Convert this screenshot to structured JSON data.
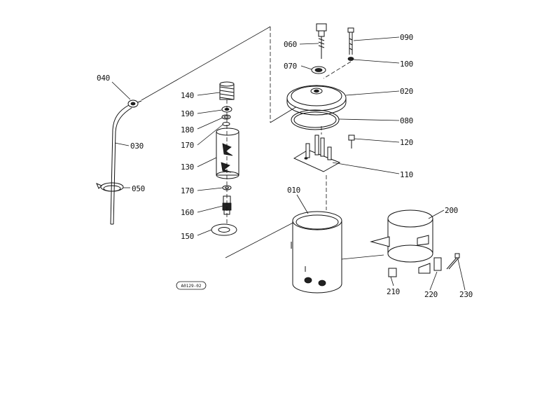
{
  "diagram": {
    "drawing_code": "A0129-02",
    "parts": [
      {
        "id": "p040",
        "label": "040"
      },
      {
        "id": "p030",
        "label": "030"
      },
      {
        "id": "p050",
        "label": "050"
      },
      {
        "id": "p140",
        "label": "140"
      },
      {
        "id": "p190",
        "label": "190"
      },
      {
        "id": "p180",
        "label": "180"
      },
      {
        "id": "p170a",
        "label": "170"
      },
      {
        "id": "p130",
        "label": "130"
      },
      {
        "id": "p170b",
        "label": "170"
      },
      {
        "id": "p160",
        "label": "160"
      },
      {
        "id": "p150",
        "label": "150"
      },
      {
        "id": "p060",
        "label": "060"
      },
      {
        "id": "p070",
        "label": "070"
      },
      {
        "id": "p090",
        "label": "090"
      },
      {
        "id": "p100",
        "label": "100"
      },
      {
        "id": "p020",
        "label": "020"
      },
      {
        "id": "p080",
        "label": "080"
      },
      {
        "id": "p120",
        "label": "120"
      },
      {
        "id": "p110",
        "label": "110"
      },
      {
        "id": "p010",
        "label": "010"
      },
      {
        "id": "p200",
        "label": "200"
      },
      {
        "id": "p210",
        "label": "210"
      },
      {
        "id": "p220",
        "label": "220"
      },
      {
        "id": "p230",
        "label": "230"
      }
    ]
  }
}
